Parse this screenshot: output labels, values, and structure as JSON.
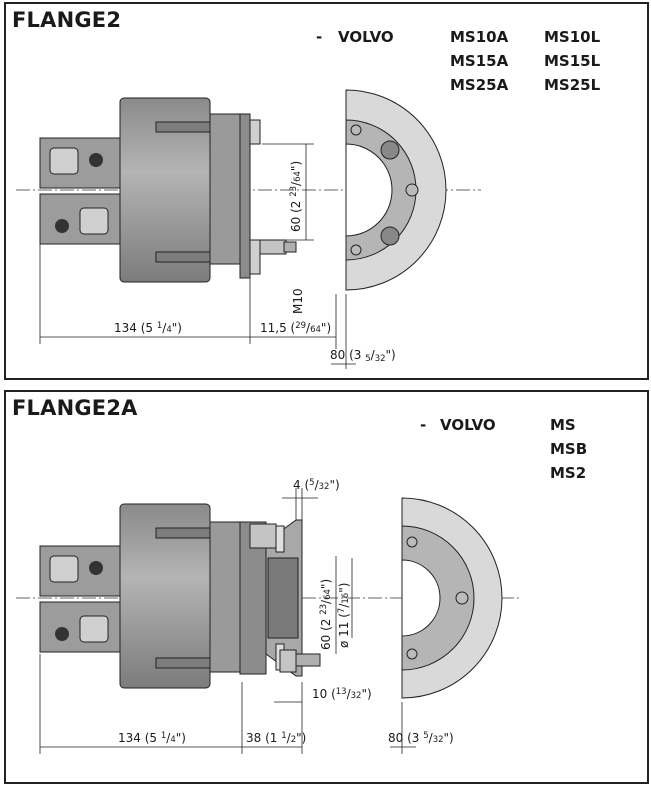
{
  "flange2": {
    "title": "FLANGE2",
    "brand_dash": "-",
    "brand": "VOLVO",
    "models": [
      "MS10A",
      "MS10L",
      "MS15A",
      "MS15L",
      "MS25A",
      "MS25L"
    ],
    "dim_length": {
      "main": "134 (5 ",
      "num": "1",
      "sep": "/",
      "den": "4",
      "tail": "\")"
    },
    "dim_thickness": {
      "main": "11,5 (",
      "num": "29",
      "sep": "/",
      "den": "64",
      "tail": "\")"
    },
    "dim_bolt": {
      "main": "80 (3 ",
      "num": "5",
      "sep": "/",
      "den": "32",
      "tail": "\")"
    },
    "dim_height": {
      "main": "60 (2 ",
      "num": "23",
      "sep": "/",
      "den": "64",
      "tail": "\")"
    },
    "thread": "M10"
  },
  "flange2a": {
    "title": "FLANGE2A",
    "brand_dash": "-",
    "brand": "VOLVO",
    "models": [
      "MS",
      "MSB",
      "MS2"
    ],
    "dim_length": {
      "main": "134 (5 ",
      "num": "1",
      "sep": "/",
      "den": "4",
      "tail": "\")"
    },
    "dim_flange": {
      "main": "38 (1 ",
      "num": "1",
      "sep": "/",
      "den": "2",
      "tail": "\")"
    },
    "dim_bolt": {
      "main": "80 (3 ",
      "num": "5",
      "sep": "/",
      "den": "32",
      "tail": "\")"
    },
    "dim_top": {
      "main": "4 (",
      "num": "5",
      "sep": "/",
      "den": "32",
      "tail": "\")"
    },
    "dim_offset": {
      "main": "10 (",
      "num": "13",
      "sep": "/",
      "den": "32",
      "tail": "\")"
    },
    "dim_height": {
      "main": "60 (2 ",
      "num": "23",
      "sep": "/",
      "den": "64",
      "tail": "\")"
    },
    "dim_hole": {
      "main": "ø 11 (",
      "num": "7",
      "sep": "/",
      "den": "16",
      "tail": "\")"
    }
  }
}
